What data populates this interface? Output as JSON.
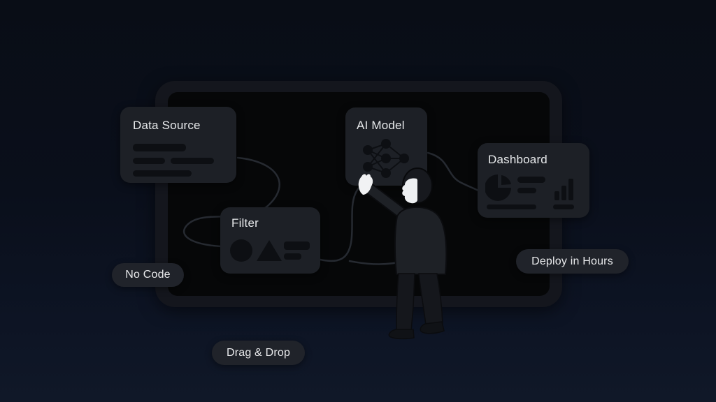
{
  "cards": {
    "data_source": {
      "title": "Data Source",
      "icon": "text-lines-placeholder"
    },
    "filter": {
      "title": "Filter",
      "icon": "circle-triangle-bars-shapes"
    },
    "ai_model": {
      "title": "AI Model",
      "icon": "neural-network"
    },
    "dashboard": {
      "title": "Dashboard",
      "icon": "pie-chart-text-lines-bar-chart"
    }
  },
  "badges": {
    "no_code": {
      "label": "No Code"
    },
    "drag_and_drop": {
      "label": "Drag & Drop"
    },
    "deploy_in_hours": {
      "label": "Deploy in Hours"
    }
  },
  "figure": {
    "name": "person-drawing-on-board"
  },
  "colors": {
    "background_top": "#090d16",
    "background_bottom": "#101828",
    "board_frame": "#14161d",
    "board_screen": "#060708",
    "card_bg": "#1d2026",
    "card_icon": "#0d0f13",
    "text": "#e8eaec",
    "badge_bg": "#20232a",
    "connector": "#262a31",
    "skin": "#f1f2f4"
  }
}
